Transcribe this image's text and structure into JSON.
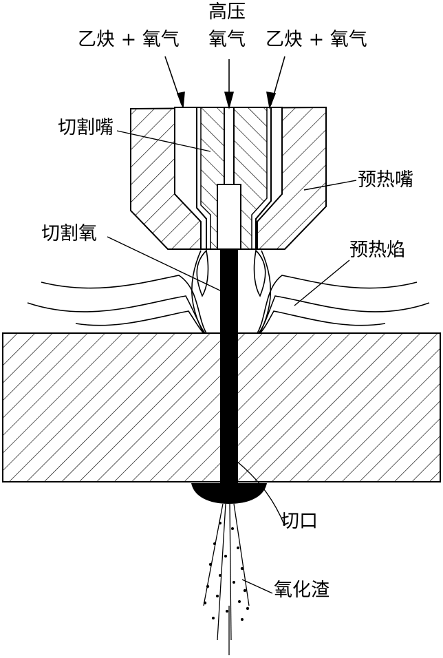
{
  "labels": {
    "high_pressure_top": "高压",
    "high_pressure_oxygen": "氧气",
    "acetylene_left": "乙炔 + 氧气",
    "acetylene_right": "乙炔 + 氧气",
    "cutting_nozzle": "切割嘴",
    "preheat_nozzle": "预热嘴",
    "cutting_oxygen": "切割氧",
    "preheat_flame": "预热焰",
    "kerf": "切口",
    "slag": "氧化渣"
  },
  "colors": {
    "line": "#000000",
    "background": "#ffffff"
  }
}
